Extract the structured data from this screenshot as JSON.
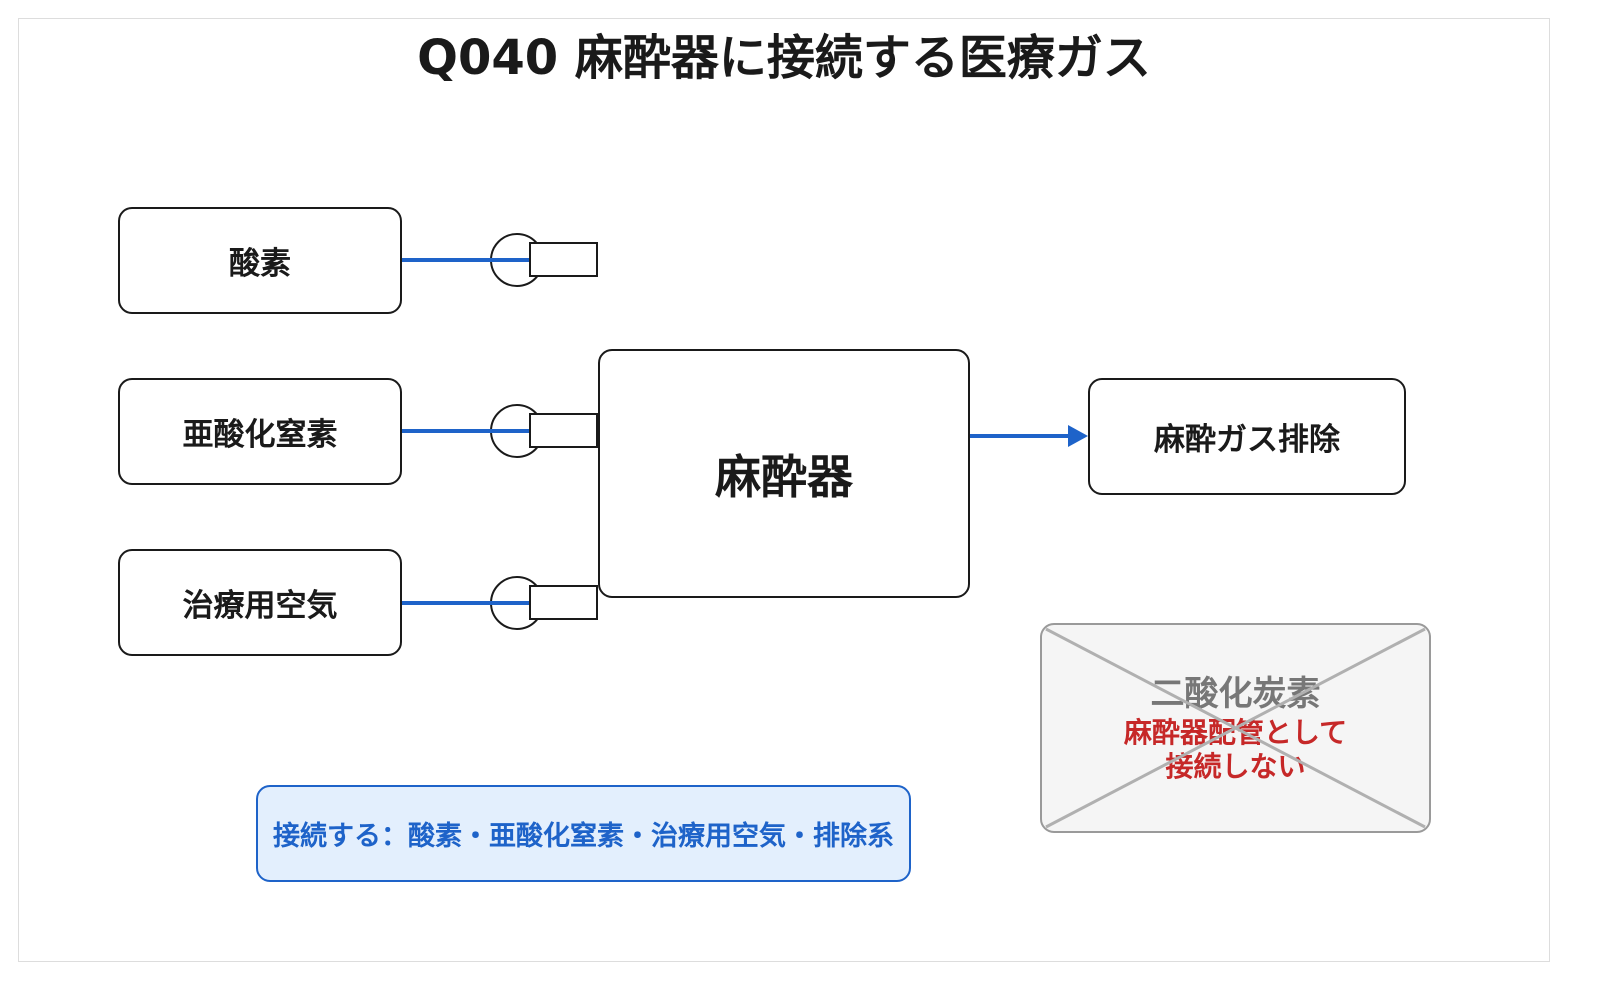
{
  "title": "Q040 麻酔器に接続する医療ガス",
  "sources": [
    {
      "label": "酸素"
    },
    {
      "label": "亜酸化窒素"
    },
    {
      "label": "治療用空気"
    }
  ],
  "machine": {
    "label": "麻酔器"
  },
  "exhaust": {
    "label": "麻酔ガス排除"
  },
  "excluded": {
    "name": "二酸化炭素",
    "note_line1": "麻酔器配管として",
    "note_line2": "接続しない"
  },
  "summary": {
    "text": "接続する：酸素・亜酸化窒素・治療用空気・排除系"
  },
  "colors": {
    "pipe": "#1e63c9",
    "outline": "#1a1a1a",
    "excluded_cross": "#b0b0b0",
    "excluded_note": "#c62828",
    "summary_fill": "#e3effd"
  }
}
